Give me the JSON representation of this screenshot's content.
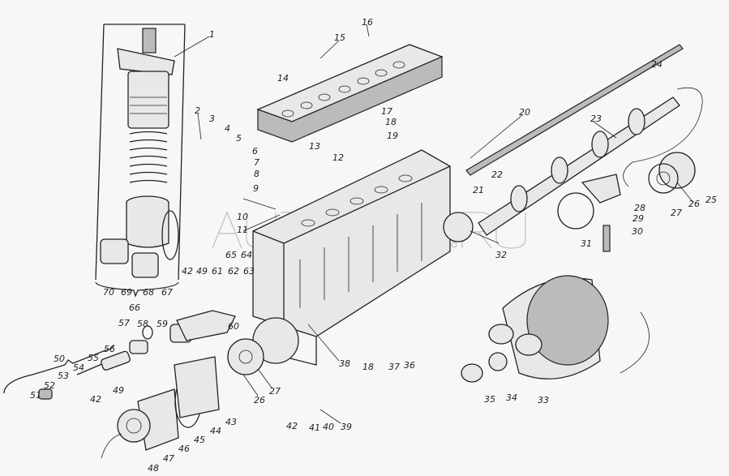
{
  "watermark": "AUTOFPT.RU",
  "labels": [
    {
      "id": "l1",
      "text": "1"
    },
    {
      "id": "l2",
      "text": "2"
    },
    {
      "id": "l3",
      "text": "3"
    },
    {
      "id": "l4",
      "text": "4"
    },
    {
      "id": "l5",
      "text": "5"
    },
    {
      "id": "l6",
      "text": "6"
    },
    {
      "id": "l7",
      "text": "7"
    },
    {
      "id": "l8",
      "text": "8"
    },
    {
      "id": "l9",
      "text": "9"
    },
    {
      "id": "l10",
      "text": "10"
    },
    {
      "id": "l11",
      "text": "11"
    },
    {
      "id": "l12",
      "text": "12"
    },
    {
      "id": "l13",
      "text": "13"
    },
    {
      "id": "l14",
      "text": "14"
    },
    {
      "id": "l15",
      "text": "15"
    },
    {
      "id": "l16",
      "text": "16"
    },
    {
      "id": "l17",
      "text": "17"
    },
    {
      "id": "l18",
      "text": "18"
    },
    {
      "id": "l19",
      "text": "19"
    },
    {
      "id": "l20",
      "text": "20"
    },
    {
      "id": "l21",
      "text": "21"
    },
    {
      "id": "l22",
      "text": "22"
    },
    {
      "id": "l23",
      "text": "23"
    },
    {
      "id": "l24",
      "text": "24"
    },
    {
      "id": "l25",
      "text": "25"
    },
    {
      "id": "l26",
      "text": "26"
    },
    {
      "id": "l27",
      "text": "27"
    },
    {
      "id": "l28",
      "text": "28"
    },
    {
      "id": "l29",
      "text": "29"
    },
    {
      "id": "l30",
      "text": "30"
    },
    {
      "id": "l31",
      "text": "31"
    },
    {
      "id": "l32",
      "text": "32"
    },
    {
      "id": "l33",
      "text": "33"
    },
    {
      "id": "l34",
      "text": "34"
    },
    {
      "id": "l35",
      "text": "35"
    },
    {
      "id": "l36",
      "text": "36"
    },
    {
      "id": "l37",
      "text": "37"
    },
    {
      "id": "l18b",
      "text": "18"
    },
    {
      "id": "l38",
      "text": "38"
    },
    {
      "id": "l39",
      "text": "39"
    },
    {
      "id": "l40",
      "text": "40"
    },
    {
      "id": "l41",
      "text": "41"
    },
    {
      "id": "l42",
      "text": "42"
    },
    {
      "id": "l26b",
      "text": "26"
    },
    {
      "id": "l27b",
      "text": "27"
    },
    {
      "id": "l43",
      "text": "43"
    },
    {
      "id": "l44",
      "text": "44"
    },
    {
      "id": "l45",
      "text": "45"
    },
    {
      "id": "l46",
      "text": "46"
    },
    {
      "id": "l47",
      "text": "47"
    },
    {
      "id": "l48",
      "text": "48"
    },
    {
      "id": "l49",
      "text": "49"
    },
    {
      "id": "l42b",
      "text": "42"
    },
    {
      "id": "l50",
      "text": "50"
    },
    {
      "id": "l51",
      "text": "51"
    },
    {
      "id": "l52",
      "text": "52"
    },
    {
      "id": "l53",
      "text": "53"
    },
    {
      "id": "l54",
      "text": "54"
    },
    {
      "id": "l55",
      "text": "55"
    },
    {
      "id": "l56",
      "text": "56"
    },
    {
      "id": "l57",
      "text": "57"
    },
    {
      "id": "l58",
      "text": "58"
    },
    {
      "id": "l59",
      "text": "59"
    },
    {
      "id": "l60",
      "text": "60"
    },
    {
      "id": "l61",
      "text": "61"
    },
    {
      "id": "l62",
      "text": "62"
    },
    {
      "id": "l63",
      "text": "63"
    },
    {
      "id": "l64",
      "text": "64"
    },
    {
      "id": "l65",
      "text": "65"
    },
    {
      "id": "l42c",
      "text": "42"
    },
    {
      "id": "l49c",
      "text": "49"
    },
    {
      "id": "l66",
      "text": "66"
    },
    {
      "id": "l67",
      "text": "67"
    },
    {
      "id": "l68",
      "text": "68"
    },
    {
      "id": "l69",
      "text": "69"
    },
    {
      "id": "l70",
      "text": "70"
    }
  ]
}
